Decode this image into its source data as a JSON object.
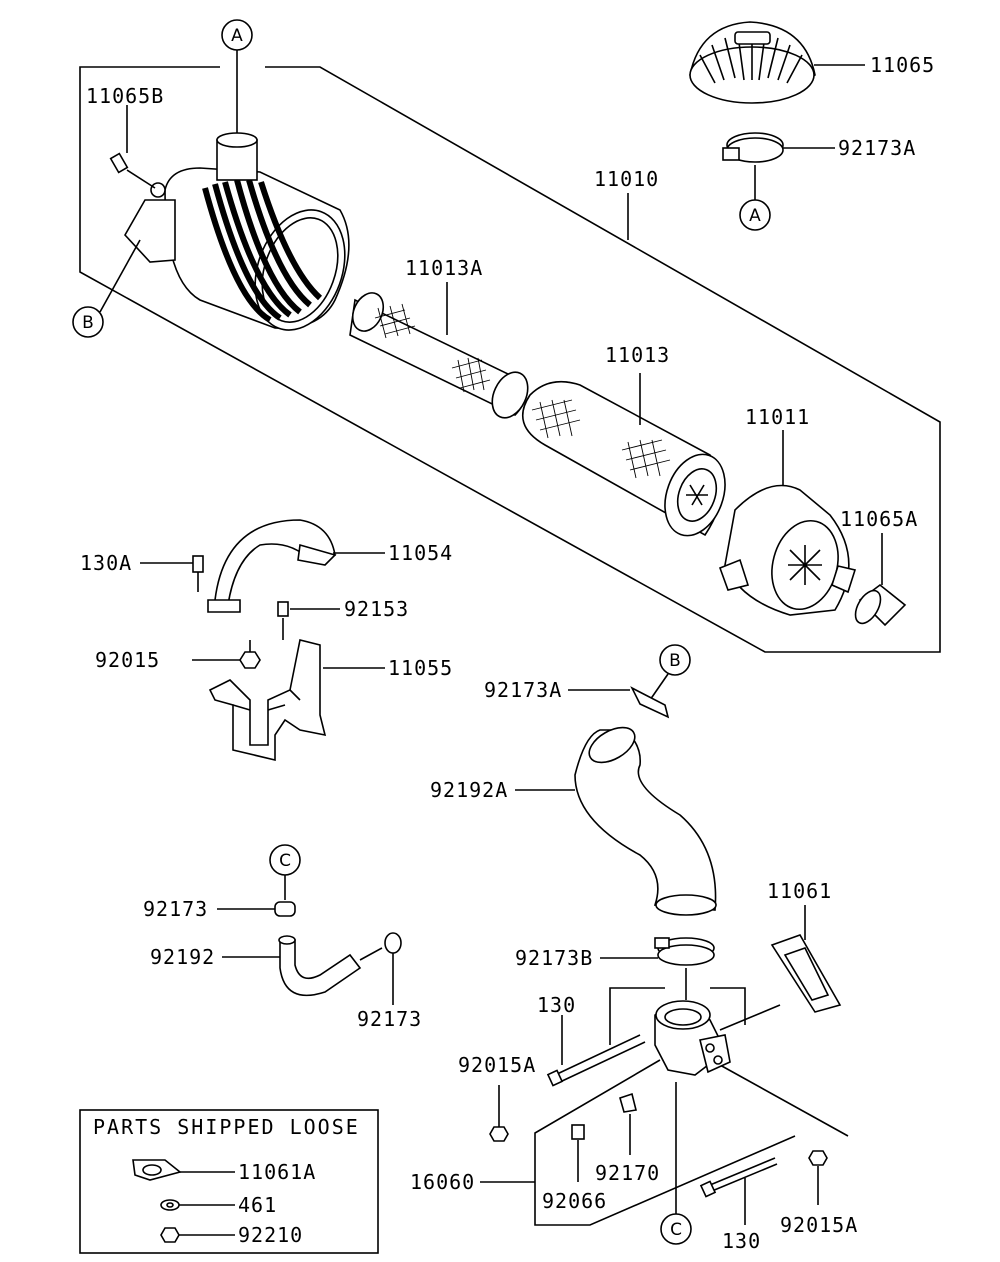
{
  "callouts": {
    "c11065": "11065",
    "c92173A_top": "92173A",
    "c11065B": "11065B",
    "c11010": "11010",
    "c11013A": "11013A",
    "c11013": "11013",
    "c11011": "11011",
    "c11065A": "11065A",
    "c130A": "130A",
    "c11054": "11054",
    "c92153": "92153",
    "c92015": "92015",
    "c11055": "11055",
    "c92173A_mid": "92173A",
    "c92192A": "92192A",
    "c92173_a": "92173",
    "c92192": "92192",
    "c92173_b": "92173",
    "c11061": "11061",
    "c92173B": "92173B",
    "c130_top": "130",
    "c92015A_left": "92015A",
    "c16060": "16060",
    "c92066": "92066",
    "c92170": "92170",
    "c130_bottom": "130",
    "c92015A_right": "92015A"
  },
  "ref_markers": {
    "a_top": "A",
    "a_clamp": "A",
    "b_left": "B",
    "b_hose": "B",
    "c_small": "C",
    "c_bottom": "C"
  },
  "loose_box": {
    "title": "PARTS SHIPPED LOOSE",
    "items": [
      "11061A",
      "461",
      "92210"
    ]
  }
}
